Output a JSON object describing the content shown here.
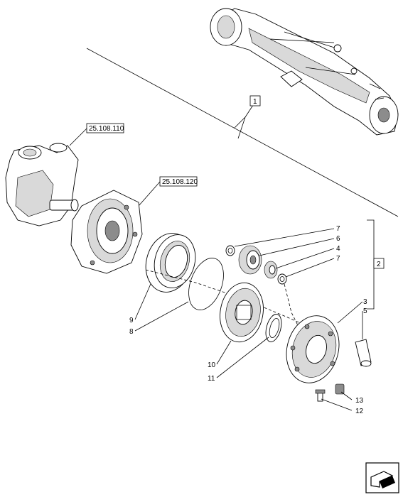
{
  "references": {
    "housing_ref": "25.108.110",
    "carrier_ref": "25.108.120"
  },
  "group_labels": {
    "axle": "1",
    "planetary": "2"
  },
  "callouts": [
    "7",
    "6",
    "4",
    "7",
    "3",
    "5",
    "9",
    "8",
    "10",
    "11",
    "13",
    "12"
  ],
  "icons": {
    "nav": "next-page-arrow-icon"
  }
}
